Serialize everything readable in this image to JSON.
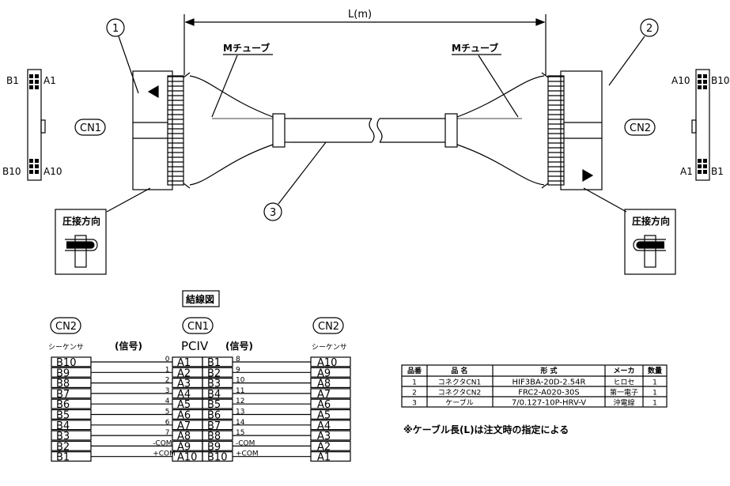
{
  "drawing": {
    "length_label": "L(m)",
    "callout_1": "1",
    "callout_2": "2",
    "callout_3": "3",
    "tube_left": "Mチューブ",
    "tube_right": "Mチューブ",
    "cn1_label": "CN1",
    "cn2_label": "CN2",
    "left_pins_top": [
      "B1",
      "A1"
    ],
    "left_pins_bottom": [
      "B10",
      "A10"
    ],
    "right_pins_top": [
      "A10",
      "B10"
    ],
    "right_pins_bottom": [
      "A1",
      "B1"
    ],
    "crimp_direction": "圧接方向"
  },
  "wiring": {
    "title": "結線図",
    "cn2_left": "CN2",
    "cn1": "CN1",
    "cn2_right": "CN2",
    "sequencer_left": "シーケンサ",
    "signal_left": "(信号)",
    "pciv": "PCIV",
    "signal_right": "(信号)",
    "sequencer_right": "シーケンサ",
    "rows": [
      {
        "seq_l": "B10",
        "sig_l": "0",
        "a": "A1",
        "b": "B1",
        "sig_r": "8",
        "seq_r": "A10"
      },
      {
        "seq_l": "B9",
        "sig_l": "1",
        "a": "A2",
        "b": "B2",
        "sig_r": "9",
        "seq_r": "A9"
      },
      {
        "seq_l": "B8",
        "sig_l": "2",
        "a": "A3",
        "b": "B3",
        "sig_r": "10",
        "seq_r": "A8"
      },
      {
        "seq_l": "B7",
        "sig_l": "3",
        "a": "A4",
        "b": "B4",
        "sig_r": "11",
        "seq_r": "A7"
      },
      {
        "seq_l": "B6",
        "sig_l": "4",
        "a": "A5",
        "b": "B5",
        "sig_r": "12",
        "seq_r": "A6"
      },
      {
        "seq_l": "B5",
        "sig_l": "5",
        "a": "A6",
        "b": "B6",
        "sig_r": "13",
        "seq_r": "A5"
      },
      {
        "seq_l": "B4",
        "sig_l": "6",
        "a": "A7",
        "b": "B7",
        "sig_r": "14",
        "seq_r": "A4"
      },
      {
        "seq_l": "B3",
        "sig_l": "7",
        "a": "A8",
        "b": "B8",
        "sig_r": "15",
        "seq_r": "A3"
      },
      {
        "seq_l": "B2",
        "sig_l": "-COM",
        "a": "A9",
        "b": "B9",
        "sig_r": "-COM",
        "seq_r": "A2"
      },
      {
        "seq_l": "B1",
        "sig_l": "+COM",
        "a": "A10",
        "b": "B10",
        "sig_r": "+COM",
        "seq_r": "A1"
      }
    ]
  },
  "parts": {
    "headers": [
      "品番",
      "品 名",
      "形 式",
      "メーカ",
      "数量"
    ],
    "rows": [
      [
        "1",
        "コネクタCN1",
        "HIF3BA-20D-2.54R",
        "ヒロセ",
        "1"
      ],
      [
        "2",
        "コネクタCN2",
        "FRC2-A020-30S",
        "第一電子",
        "1"
      ],
      [
        "3",
        "ケーブル",
        "7/0.127-10P-HRV-V",
        "沖電線",
        "1"
      ]
    ],
    "note": "※ケーブル長(L)は注文時の指定による"
  }
}
